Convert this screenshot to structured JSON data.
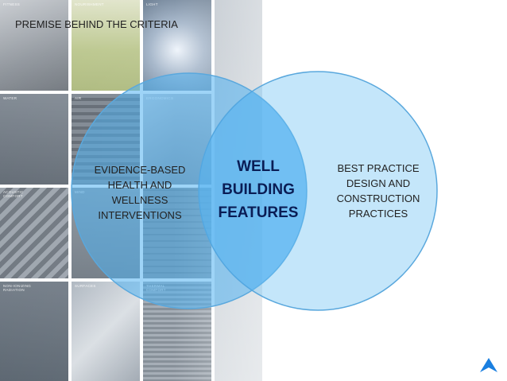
{
  "title": "PREMISE BEHIND THE CRITERIA",
  "tile_labels": {
    "fitness": "FITNESS",
    "nourishment": "NOURISHMENT",
    "light": "LIGHT",
    "water": "WATER",
    "air": "AIR",
    "ergonomics": "ERGONOMICS",
    "acoustic": "ACOUSTIC\nCOMFORT",
    "mind": "MIND",
    "radiation": "NON-IONIZING\nRADIATION",
    "surfaces": "SURFACES",
    "thermal": "THERMAL\nCOMFORT"
  },
  "venn": {
    "left_label": "EVIDENCE-BASED\nHEALTH AND\nWELLNESS\nINTERVENTIONS",
    "center_label": "WELL\nBUILDING\nFEATURES",
    "right_label": "BEST PRACTICE\nDESIGN AND\nCONSTRUCTION\nPRACTICES"
  },
  "icons": {
    "logo": "chevron-up-logo-icon"
  },
  "colors": {
    "circle_fill": "#4fb0f0",
    "circle_stroke": "#5aa8dd",
    "center_text": "#0a1d55",
    "logo": "#1a7fe0"
  }
}
